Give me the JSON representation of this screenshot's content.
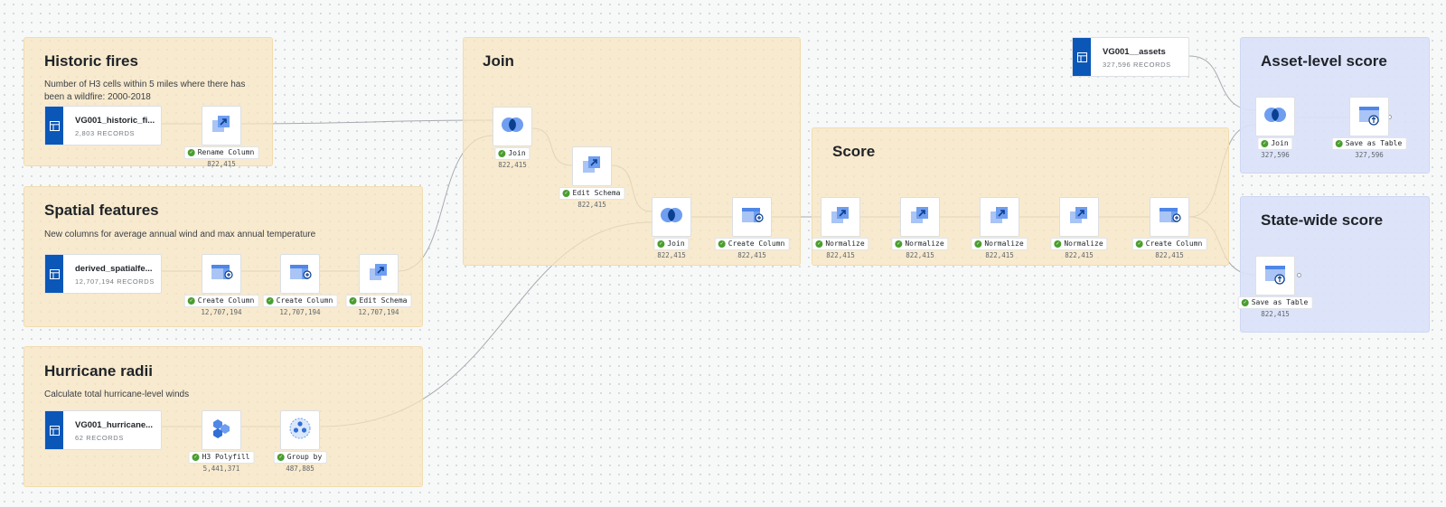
{
  "colors": {
    "accent": "#0b57b8",
    "group_orange": "#f8e5be",
    "group_blue": "#dae2f9",
    "success": "#4a9e2f"
  },
  "groups": [
    {
      "id": "historic",
      "title": "Historic fires",
      "desc": "Number of H3 cells within 5 miles where there has been a wildfire: 2000-2018"
    },
    {
      "id": "spatial",
      "title": "Spatial features",
      "desc": "New columns for average annual wind and max annual temperature"
    },
    {
      "id": "hurricane",
      "title": "Hurricane radii",
      "desc": "Calculate total hurricane-level winds"
    },
    {
      "id": "join",
      "title": "Join",
      "desc": ""
    },
    {
      "id": "score",
      "title": "Score",
      "desc": ""
    },
    {
      "id": "asset",
      "title": "Asset-level score",
      "desc": ""
    },
    {
      "id": "state",
      "title": "State-wide score",
      "desc": ""
    }
  ],
  "datasets": [
    {
      "id": "ds_historic",
      "name": "VG001_historic_fi...",
      "records": "2,803 RECORDS"
    },
    {
      "id": "ds_spatial",
      "name": "derived_spatialfe...",
      "records": "12,707,194 RECORDS"
    },
    {
      "id": "ds_hurricane",
      "name": "VG001_hurricane...",
      "records": "62 RECORDS"
    },
    {
      "id": "ds_assets",
      "name": "VG001__assets",
      "records": "327,596 RECORDS"
    }
  ],
  "nodes": [
    {
      "id": "rename",
      "icon": "edit-schema-icon",
      "label": "Rename Column",
      "count": "822,415"
    },
    {
      "id": "cc1",
      "icon": "create-column-icon",
      "label": "Create Column",
      "count": "12,707,194"
    },
    {
      "id": "cc2",
      "icon": "create-column-icon",
      "label": "Create Column",
      "count": "12,707,194"
    },
    {
      "id": "es1",
      "icon": "edit-schema-icon",
      "label": "Edit Schema",
      "count": "12,707,194"
    },
    {
      "id": "h3",
      "icon": "h3-polyfill-icon",
      "label": "H3 Polyfill",
      "count": "5,441,371"
    },
    {
      "id": "groupby",
      "icon": "group-by-icon",
      "label": "Group by",
      "count": "487,885"
    },
    {
      "id": "join1",
      "icon": "join-icon",
      "label": "Join",
      "count": "822,415"
    },
    {
      "id": "es2",
      "icon": "edit-schema-icon",
      "label": "Edit Schema",
      "count": "822,415"
    },
    {
      "id": "join2",
      "icon": "join-icon",
      "label": "Join",
      "count": "822,415"
    },
    {
      "id": "cc3",
      "icon": "create-column-icon",
      "label": "Create Column",
      "count": "822,415"
    },
    {
      "id": "norm1",
      "icon": "edit-schema-icon",
      "label": "Normalize",
      "count": "822,415"
    },
    {
      "id": "norm2",
      "icon": "edit-schema-icon",
      "label": "Normalize",
      "count": "822,415"
    },
    {
      "id": "norm3",
      "icon": "edit-schema-icon",
      "label": "Normalize",
      "count": "822,415"
    },
    {
      "id": "norm4",
      "icon": "edit-schema-icon",
      "label": "Normalize",
      "count": "822,415"
    },
    {
      "id": "cc4",
      "icon": "create-column-icon",
      "label": "Create Column",
      "count": "822,415"
    },
    {
      "id": "join3",
      "icon": "join-icon",
      "label": "Join",
      "count": "327,596"
    },
    {
      "id": "save1",
      "icon": "save-as-table-icon",
      "label": "Save as Table",
      "count": "327,596"
    },
    {
      "id": "save2",
      "icon": "save-as-table-icon",
      "label": "Save as Table",
      "count": "822,415"
    }
  ]
}
